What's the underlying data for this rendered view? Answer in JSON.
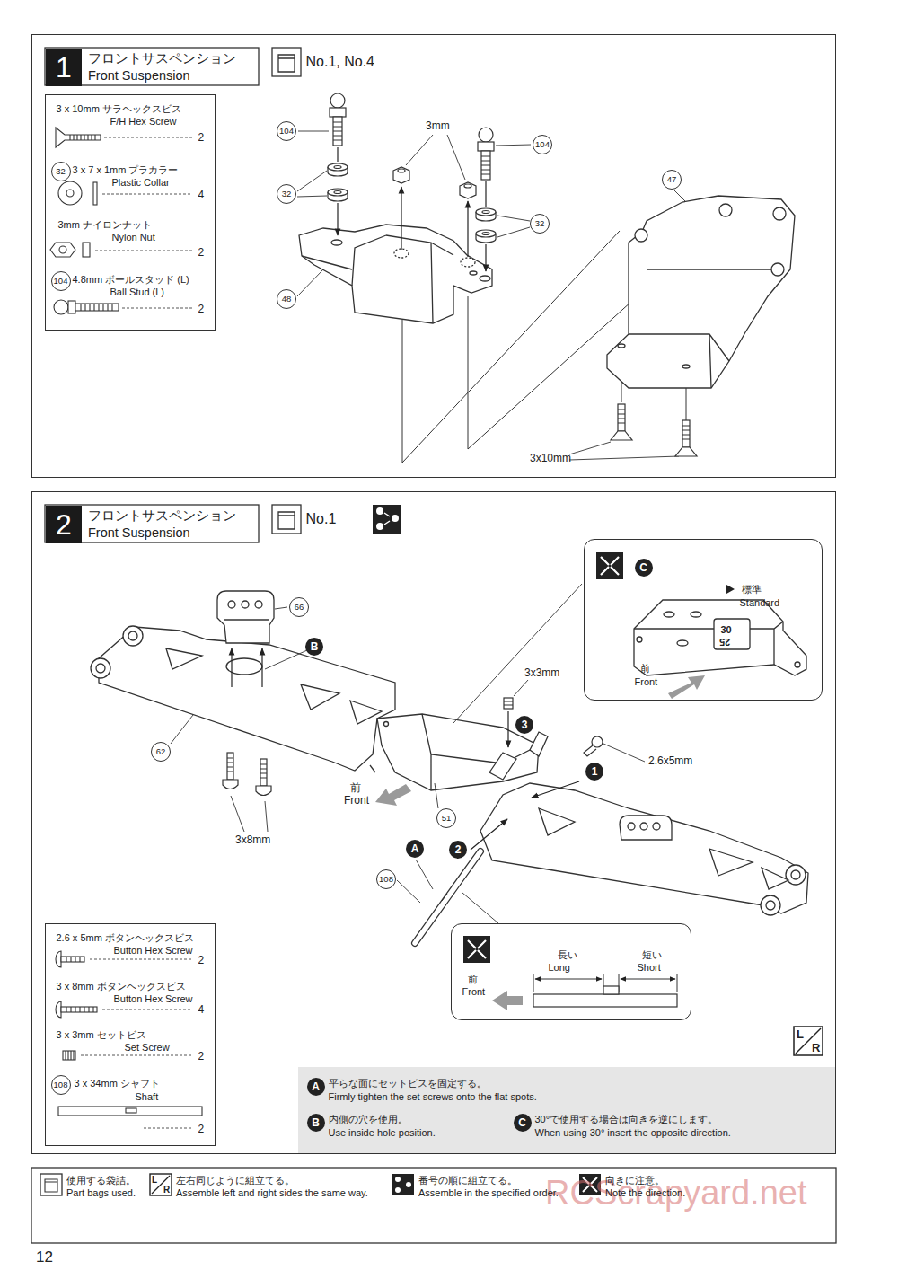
{
  "diagram": {
    "nodes": [
      {
        "text": [
          "1",
          "フロントサスペンション",
          "Front Suspension"
        ]
      },
      {
        "text": [
          "No.1, No.4"
        ],
        "in": 0
      },
      {
        "text": [
          "3 x 10mm サラヘックスビス",
          "F/H Hex Screw",
          "2",
          "32",
          "3 x 7 x 1mm プラカラー",
          "Plastic Collar",
          "4",
          "3mm ナイロンナット",
          "Nylon Nut",
          "2",
          "104",
          "4.8mm ボールスタッド (L)",
          "Ball Stud (L)",
          "2"
        ],
        "in": 0
      },
      {
        "text": [
          "2",
          "フロントサスペンション",
          "Front Suspension"
        ]
      },
      {
        "text": [
          "No.1"
        ],
        "in": 3
      },
      {
        "text": [
          "C",
          "標準",
          "Standard",
          "30",
          "25",
          "前",
          "Front"
        ],
        "in": 3
      },
      {
        "text": [
          "2.6 x 5mm ボタンヘックスビス",
          "Button Hex Screw",
          "2",
          "3 x 8mm ボタンヘックスビス",
          "Button Hex Screw",
          "4",
          "3 x 3mm セットビス",
          "Set Screw",
          "2",
          "108",
          "3 x 34mm シャフト",
          "Shaft",
          "2"
        ],
        "in": 3
      },
      {
        "text": [
          "長い",
          "Long",
          "短い",
          "Short",
          "前",
          "Front"
        ],
        "in": 3
      },
      {
        "text": [
          "A",
          "平らな面にセットビスを固定する。",
          "Firmly tighten the set screws onto the flat spots.",
          "B",
          "内側の穴を使用。",
          "Use inside hole position.",
          "C",
          "30°で使用する場合は向きを逆にします。",
          "When using 30° insert the opposite direction."
        ],
        "in": 3
      }
    ],
    "labels": [
      "104",
      "3mm",
      "104",
      "47",
      "32",
      "32",
      "48",
      "3x10mm",
      "66",
      "B",
      "3x3mm",
      "3",
      "2.6x5mm",
      "62",
      "1",
      "前",
      "Front",
      "51",
      "3x8mm",
      "2",
      "A",
      "108",
      "L",
      "R",
      "L",
      "R",
      "RCScrapyard.net",
      "12"
    ],
    "legend": [
      {
        "text": "使用する袋詰。"
      },
      {
        "text": "Part bags used."
      },
      {
        "text": "左右同じように組立てる。"
      },
      {
        "text": "Assemble left and right sides the same way."
      },
      {
        "text": "番号の順に組立てる。"
      },
      {
        "text": "Assemble in the specified order."
      },
      {
        "text": "向きに注意。"
      },
      {
        "text": "Note the direction."
      }
    ]
  }
}
